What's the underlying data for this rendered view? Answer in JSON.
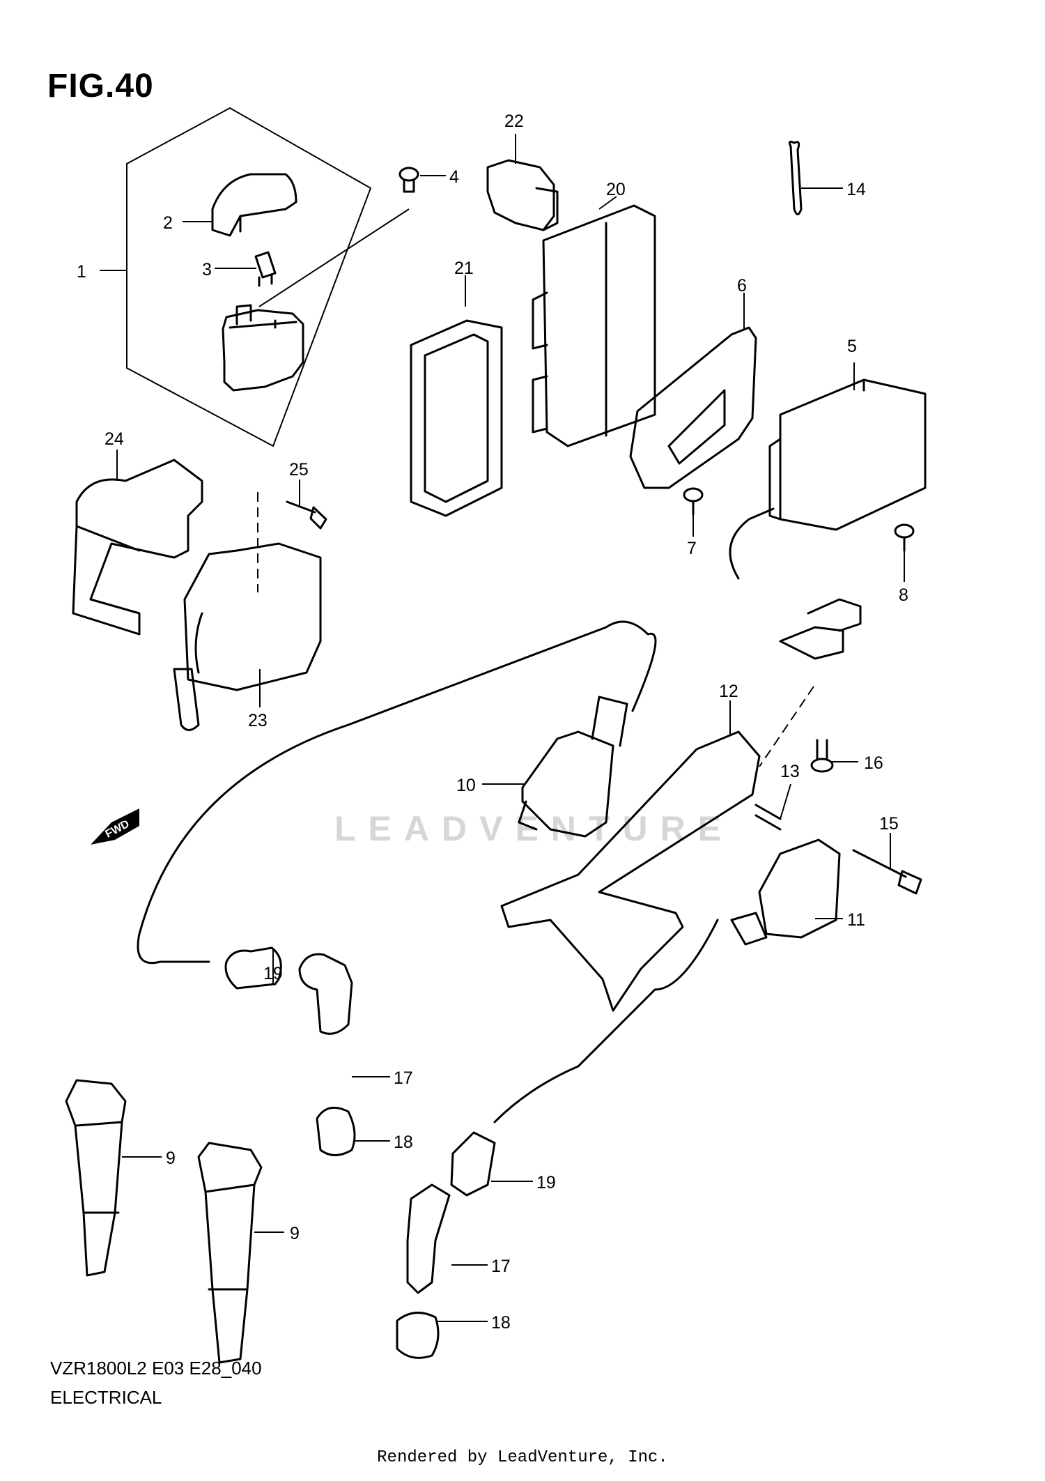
{
  "figure": {
    "title": "FIG.40",
    "model_code": "VZR1800L2 E03 E28_040",
    "section": "ELECTRICAL",
    "credit": "Rendered by LeadVenture, Inc.",
    "watermark": "LEADVENTURE",
    "fwd_label": "FWD"
  },
  "callouts": [
    {
      "id": "1",
      "label": "1"
    },
    {
      "id": "2",
      "label": "2"
    },
    {
      "id": "3",
      "label": "3"
    },
    {
      "id": "4",
      "label": "4"
    },
    {
      "id": "5",
      "label": "5"
    },
    {
      "id": "6",
      "label": "6"
    },
    {
      "id": "7",
      "label": "7"
    },
    {
      "id": "8",
      "label": "8"
    },
    {
      "id": "9a",
      "label": "9"
    },
    {
      "id": "9b",
      "label": "9"
    },
    {
      "id": "10",
      "label": "10"
    },
    {
      "id": "11",
      "label": "11"
    },
    {
      "id": "12",
      "label": "12"
    },
    {
      "id": "13",
      "label": "13"
    },
    {
      "id": "14",
      "label": "14"
    },
    {
      "id": "15",
      "label": "15"
    },
    {
      "id": "16",
      "label": "16"
    },
    {
      "id": "17a",
      "label": "17"
    },
    {
      "id": "17b",
      "label": "17"
    },
    {
      "id": "18a",
      "label": "18"
    },
    {
      "id": "18b",
      "label": "18"
    },
    {
      "id": "19a",
      "label": "19"
    },
    {
      "id": "19b",
      "label": "19"
    },
    {
      "id": "20",
      "label": "20"
    },
    {
      "id": "21",
      "label": "21"
    },
    {
      "id": "22",
      "label": "22"
    },
    {
      "id": "23",
      "label": "23"
    },
    {
      "id": "24",
      "label": "24"
    },
    {
      "id": "25",
      "label": "25"
    }
  ]
}
